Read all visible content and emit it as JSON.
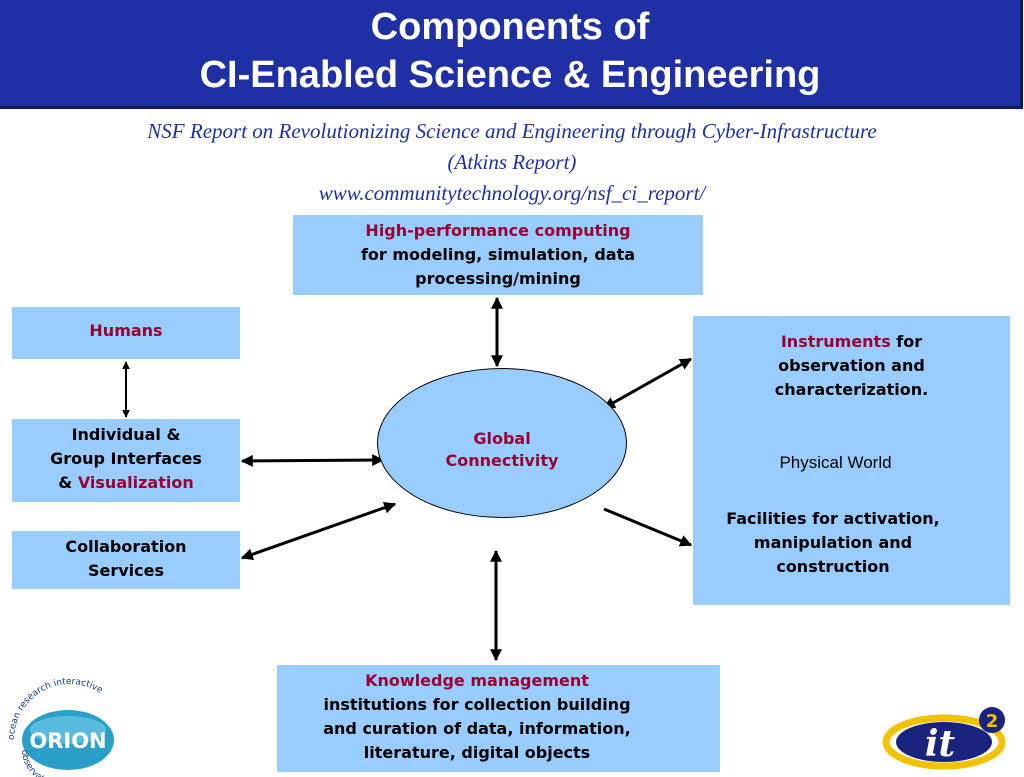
{
  "title": {
    "line1": "Components of",
    "line2": "CI-Enabled Science & Engineering"
  },
  "subtitle": {
    "line1": "NSF Report on Revolutionizing Science and Engineering through Cyber-Infrastructure",
    "line2": "(Atkins Report)",
    "line3": "www.communitytechnology.org/nsf_ci_report/"
  },
  "hpc": {
    "highlight": "High-performance computing",
    "line2": "for modeling, simulation, data",
    "line3": "processing/mining"
  },
  "humans": {
    "label": "Humans"
  },
  "interfaces": {
    "line1": "Individual &",
    "line2": "Group Interfaces",
    "line3_prefix": "& ",
    "highlight": "Visualization"
  },
  "collaboration": {
    "line1": "Collaboration",
    "line2": "Services"
  },
  "center": {
    "line1": "Global",
    "line2": "Connectivity"
  },
  "instruments": {
    "highlight": "Instruments",
    "suffix": " for",
    "line2": "observation and",
    "line3": "characterization.",
    "physical_world": "Physical World",
    "facilities_line1": "Facilities for activation,",
    "facilities_line2": "manipulation and",
    "facilities_line3": "construction"
  },
  "knowledge": {
    "highlight": "Knowledge management",
    "line2": "institutions for collection building",
    "line3": "and curation of data, information,",
    "line4": "literature, digital objects"
  },
  "logos": {
    "orion_text": "ORION",
    "orion_ring": "ocean research interactive observatory networks",
    "it2": "it",
    "it2_sup": "2"
  },
  "colors": {
    "title_bg": "#1f2fa6",
    "box_fill": "#99ccff",
    "highlight": "#990033",
    "subtitle": "#1f2fa6"
  }
}
